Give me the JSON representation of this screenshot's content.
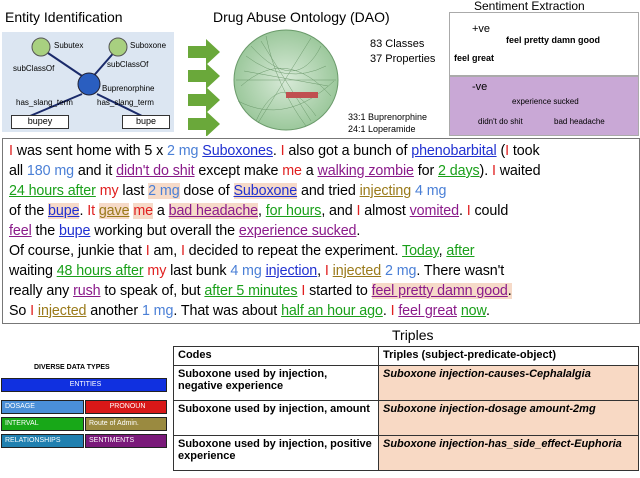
{
  "titles": {
    "entity": "Entity Identification",
    "ontology": "Drug Abuse Ontology (DAO)",
    "sentiment": "Sentiment Extraction"
  },
  "entity_graph": {
    "node_left": "Subutex",
    "node_right": "Suboxone",
    "rel_left": "subClassOf",
    "rel_right": "subClassOf",
    "node_center": "Buprenorphine",
    "rel_slang_left": "has_slang_term",
    "rel_slang_right": "has_slang_term",
    "term_left": "bupey",
    "term_right": "bupe"
  },
  "ontology": {
    "classes": "83 Classes",
    "properties": "37 Properties",
    "stat1": "33:1 Buprenorphine",
    "stat2": "24:1 Loperamide"
  },
  "sentiment": {
    "pos_label": "+ve",
    "pos1": "feel pretty damn good",
    "pos2": "feel great",
    "neg_label": "-ve",
    "neg1": "experience sucked",
    "neg2": "didn't do shit",
    "neg3": "bad headache"
  },
  "text_lines": [
    [
      [
        "p",
        "I"
      ],
      [
        "n",
        " was sent home with 5 x "
      ],
      [
        "d",
        "2 mg"
      ],
      [
        "n",
        " "
      ],
      [
        "e",
        "Suboxones"
      ],
      [
        "n",
        ". "
      ],
      [
        "p",
        "I"
      ],
      [
        "n",
        " also got a bunch of "
      ],
      [
        "e",
        "phenobarbital"
      ],
      [
        "n",
        " ("
      ],
      [
        "p",
        "I"
      ],
      [
        "n",
        " took"
      ]
    ],
    [
      [
        "n",
        "all "
      ],
      [
        "d",
        "180 mg"
      ],
      [
        "n",
        " and it "
      ],
      [
        "s",
        "didn't do shit"
      ],
      [
        "n",
        " except make "
      ],
      [
        "p",
        "me"
      ],
      [
        "n",
        " a "
      ],
      [
        "s",
        "walking zombie"
      ],
      [
        "n",
        " for "
      ],
      [
        "i",
        "2 days"
      ],
      [
        "n",
        "). "
      ],
      [
        "p",
        "I"
      ],
      [
        "n",
        " waited"
      ]
    ],
    [
      [
        "i",
        "24 hours after"
      ],
      [
        "n",
        " "
      ],
      [
        "p",
        "my"
      ],
      [
        "n",
        " last "
      ],
      [
        "d",
        "2 mg"
      ],
      [
        "n",
        " dose of "
      ],
      [
        "e",
        "Suboxone"
      ],
      [
        "n",
        " and tried "
      ],
      [
        "r",
        "injecting"
      ],
      [
        "n",
        " "
      ],
      [
        "d",
        "4 mg"
      ]
    ],
    [
      [
        "n",
        "of the "
      ],
      [
        "e",
        "bupe"
      ],
      [
        "n",
        ". "
      ],
      [
        "p",
        "It"
      ],
      [
        "n",
        " "
      ],
      [
        "r",
        "gave"
      ],
      [
        "n",
        " "
      ],
      [
        "p",
        "me"
      ],
      [
        "n",
        " a "
      ],
      [
        "s",
        "bad headache"
      ],
      [
        "n",
        ", "
      ],
      [
        "i",
        "for hours"
      ],
      [
        "n",
        ", and "
      ],
      [
        "p",
        "I"
      ],
      [
        "n",
        " almost "
      ],
      [
        "s",
        "vomited"
      ],
      [
        "n",
        ". "
      ],
      [
        "p",
        "I"
      ],
      [
        "n",
        " could"
      ]
    ],
    [
      [
        "s",
        "feel"
      ],
      [
        "n",
        " the "
      ],
      [
        "e",
        "bupe"
      ],
      [
        "n",
        " working but overall the "
      ],
      [
        "s",
        "experience sucked"
      ],
      [
        "n",
        "."
      ]
    ],
    [
      [
        "n",
        "Of course, junkie that "
      ],
      [
        "p",
        "I"
      ],
      [
        "n",
        " am, "
      ],
      [
        "p",
        "I"
      ],
      [
        "n",
        " decided to repeat the experiment. "
      ],
      [
        "i",
        "Today"
      ],
      [
        "n",
        ", "
      ],
      [
        "i",
        "after"
      ]
    ],
    [
      [
        "n",
        "waiting "
      ],
      [
        "i",
        "48 hours after"
      ],
      [
        "n",
        " "
      ],
      [
        "p",
        "my"
      ],
      [
        "n",
        " last bunk "
      ],
      [
        "d",
        "4 mg"
      ],
      [
        "n",
        " "
      ],
      [
        "e",
        "injection"
      ],
      [
        "n",
        ", "
      ],
      [
        "p",
        "I"
      ],
      [
        "n",
        " "
      ],
      [
        "r",
        "injected"
      ],
      [
        "n",
        " "
      ],
      [
        "d",
        "2 mg"
      ],
      [
        "n",
        ". There wasn't"
      ]
    ],
    [
      [
        "n",
        "really any "
      ],
      [
        "s",
        "rush"
      ],
      [
        "n",
        " to speak of, but "
      ],
      [
        "i",
        "after 5 minutes"
      ],
      [
        "n",
        " "
      ],
      [
        "p",
        "I"
      ],
      [
        "n",
        " started to "
      ],
      [
        "s",
        "feel pretty damn good"
      ],
      [
        "n",
        "."
      ]
    ],
    [
      [
        "n",
        "So "
      ],
      [
        "p",
        "I"
      ],
      [
        "n",
        " "
      ],
      [
        "r",
        "injected"
      ],
      [
        "n",
        " another "
      ],
      [
        "d",
        "1 mg"
      ],
      [
        "n",
        ". That was about "
      ],
      [
        "i",
        "half an hour ago"
      ],
      [
        "n",
        ". "
      ],
      [
        "p",
        "I"
      ],
      [
        "n",
        " "
      ],
      [
        "s",
        "feel great"
      ],
      [
        "n",
        " "
      ],
      [
        "i",
        "now"
      ],
      [
        "n",
        "."
      ]
    ]
  ],
  "legend": {
    "title": "DIVERSE DATA TYPES",
    "entities": "ENTITIES",
    "dosage": "DOSAGE",
    "pronoun": "PRONOUN",
    "interval": "INTERVAL",
    "route": "Route of Admin.",
    "relationships": "RELATIONSHIPS",
    "sentiments": "SENTIMENTS",
    "colors": {
      "entities": "#1030e0",
      "dosage": "#4a8fd8",
      "pronoun": "#d81818",
      "interval": "#18a818",
      "route": "#9a8a40",
      "relationships": "#2080b0",
      "sentiments": "#7a1a7a"
    }
  },
  "triples": {
    "title": "Triples",
    "headers": [
      "Codes",
      "Triples (subject-predicate-object)"
    ],
    "rows": [
      [
        "Suboxone used by injection, negative experience",
        "Suboxone injection-causes-Cephalalgia"
      ],
      [
        "Suboxone used by injection, amount",
        "Suboxone injection-dosage amount-2mg"
      ],
      [
        "Suboxone used by injection, positive experience",
        "Suboxone injection-has_side_effect-Euphoria"
      ]
    ]
  }
}
